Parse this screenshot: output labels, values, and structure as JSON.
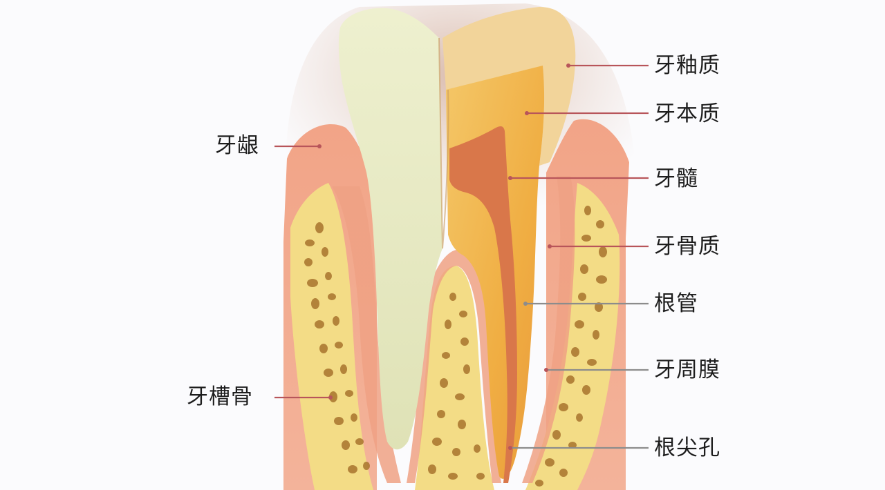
{
  "labels": {
    "enamel": "牙釉质",
    "dentin": "牙本质",
    "gum": "牙龈",
    "pulp": "牙髓",
    "cementum": "牙骨质",
    "root_canal": "根管",
    "periodontal_ligament": "牙周膜",
    "alveolar_bone": "牙槽骨",
    "apical_foramen": "根尖孔"
  },
  "colors": {
    "background": "#fbfbfd",
    "leader_line": "#b8555a",
    "leader_line_gray": "#8c8c8c",
    "enamel_surface": "#e6e8c4",
    "dentin": "#f1b54e",
    "pulp": "#d9774a",
    "gum": "#ee9a7c",
    "bone": "#f3dc86",
    "bone_pores": "#a8742d",
    "label_text": "#1d1d1d"
  }
}
